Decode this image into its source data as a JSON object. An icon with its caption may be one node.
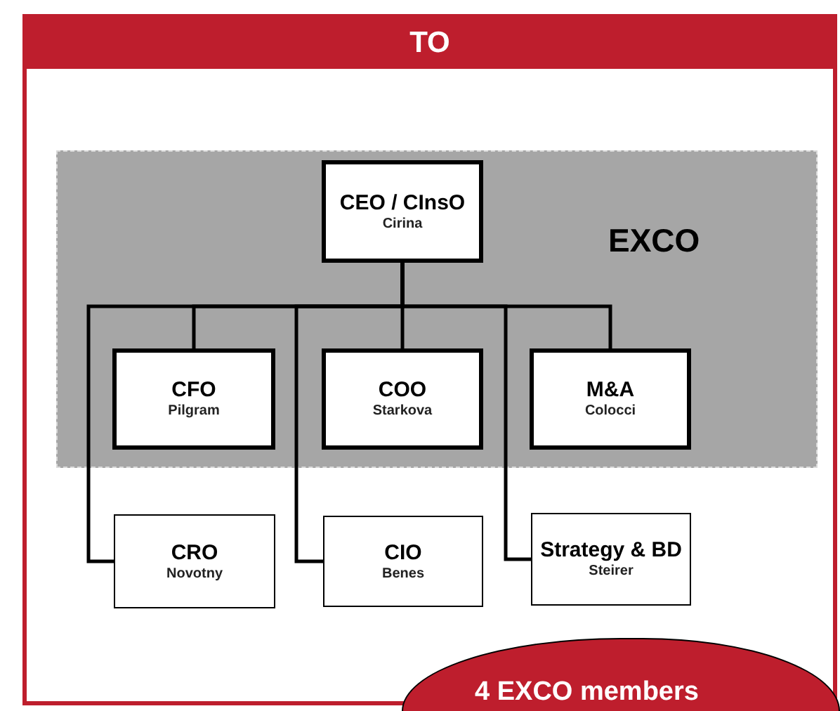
{
  "diagram": {
    "nodes": [
      {
        "text": [
          "TO"
        ]
      },
      {
        "text": [
          "EXCO"
        ],
        "in": 0
      },
      {
        "text": [
          "CEO / CInsO",
          "Cirina"
        ],
        "in": 1
      },
      {
        "text": [
          "CFO",
          "Pilgram"
        ],
        "in": 1
      },
      {
        "text": [
          "COO",
          "Starkova"
        ],
        "in": 1
      },
      {
        "text": [
          "M&A",
          "Colocci"
        ],
        "in": 1
      },
      {
        "text": [
          "CRO",
          "Novotny"
        ],
        "in": 0
      },
      {
        "text": [
          "CIO",
          "Benes"
        ],
        "in": 0
      },
      {
        "text": [
          "Strategy & BD",
          "Steirer"
        ],
        "in": 0
      },
      {
        "text": [
          "4 EXCO members"
        ]
      }
    ],
    "edges": [
      {
        "from": 2,
        "to": 3,
        "arrow": "none"
      },
      {
        "from": 2,
        "to": 4,
        "arrow": "none"
      },
      {
        "from": 2,
        "to": 5,
        "arrow": "none"
      },
      {
        "from": 2,
        "to": 6,
        "arrow": "none"
      },
      {
        "from": 2,
        "to": 7,
        "arrow": "none"
      },
      {
        "from": 2,
        "to": 8,
        "arrow": "none"
      }
    ]
  }
}
